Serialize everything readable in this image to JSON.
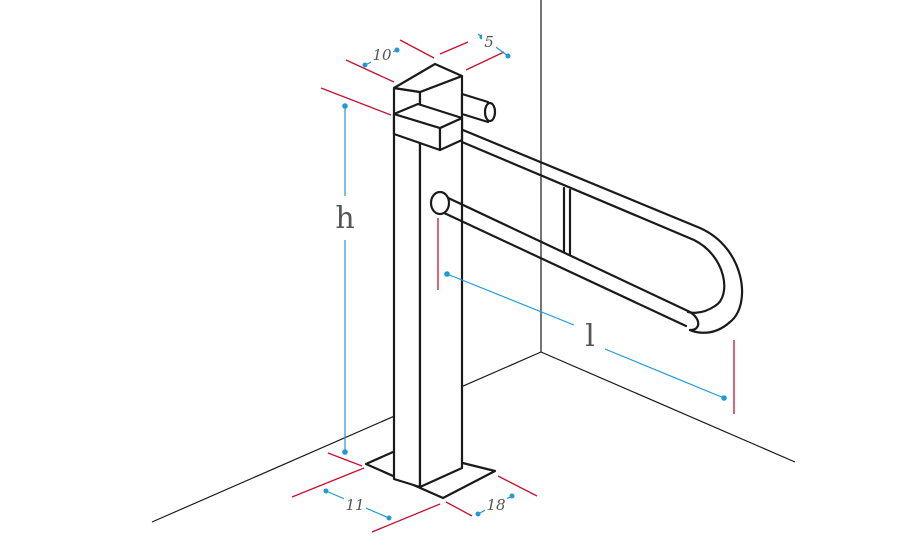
{
  "colors": {
    "outline": "#1a1a1a",
    "extension_line": "#c8102e",
    "dimension_line": "#1e9ad6",
    "label": "#555555"
  },
  "dimensions": {
    "height": "h",
    "length": "l",
    "post_width": "10",
    "post_depth": "5",
    "base_width": "11",
    "base_depth": "18"
  }
}
